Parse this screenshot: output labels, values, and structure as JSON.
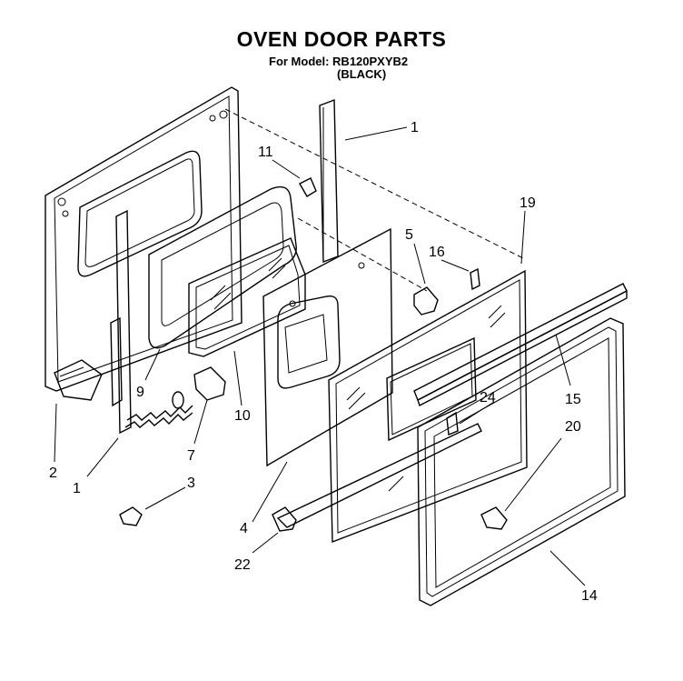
{
  "header": {
    "title": "OVEN DOOR PARTS",
    "model_line": "For Model: RB120PXYB2",
    "color_line": "(BLACK)"
  },
  "callouts": [
    "1",
    "11",
    "19",
    "5",
    "16",
    "9",
    "10",
    "15",
    "24",
    "20",
    "2",
    "1",
    "7",
    "3",
    "4",
    "22",
    "14"
  ]
}
